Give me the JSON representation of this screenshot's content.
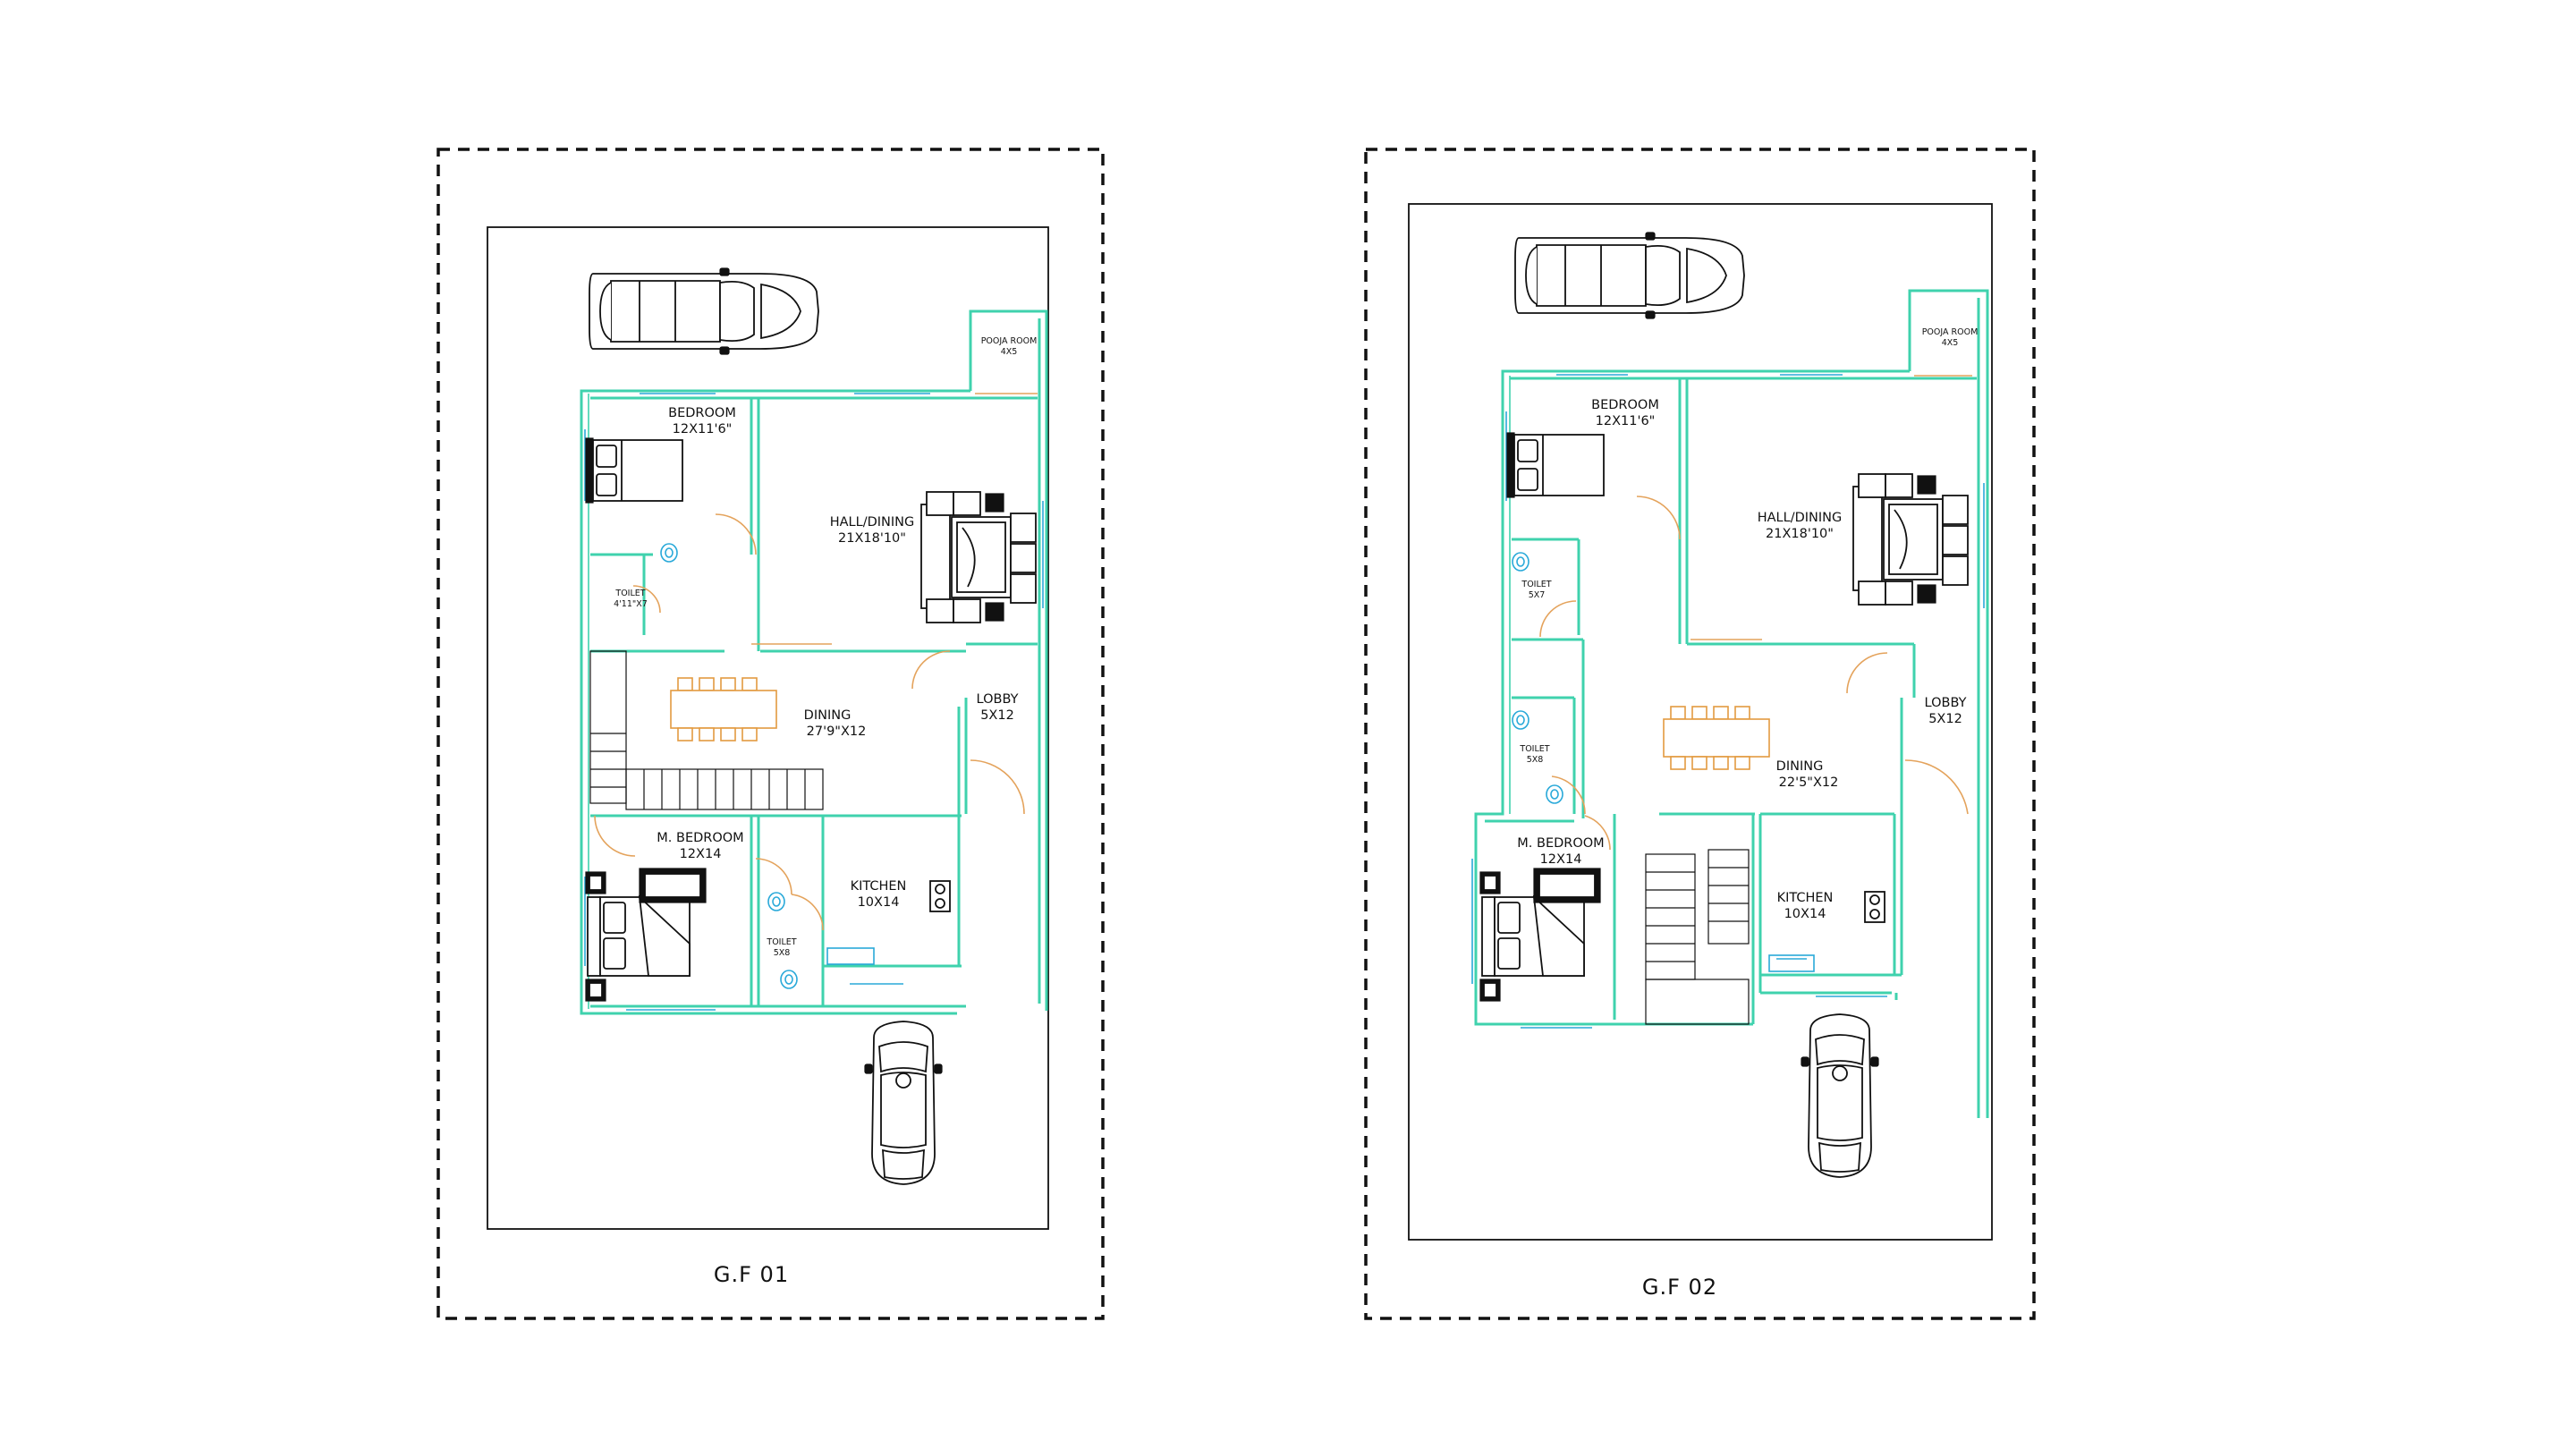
{
  "colors": {
    "wall": "#3fd2ad",
    "window": "#29a9d9",
    "door": "#e4a35c",
    "furniture": "#111111",
    "background": "#ffffff"
  },
  "plans": [
    {
      "caption": "G.F  01",
      "rooms": {
        "pooja": {
          "name": "POOJA  ROOM",
          "size": "4X5"
        },
        "bedroom": {
          "name": "BEDROOM",
          "size": "12X11'6\""
        },
        "hall": {
          "name": "HALL/DINING",
          "size": "21X18'10\""
        },
        "toilet1": {
          "name": "TOILET",
          "size": "4'11\"X7"
        },
        "dining": {
          "name": "DINING",
          "size": "27'9\"X12"
        },
        "lobby": {
          "name": "LOBBY",
          "size": "5X12"
        },
        "mbedroom": {
          "name": "M.  BEDROOM",
          "size": "12X14"
        },
        "kitchen": {
          "name": "KITCHEN",
          "size": "10X14"
        },
        "toilet2": {
          "name": "TOILET",
          "size": "5X8"
        }
      }
    },
    {
      "caption": "G.F  02",
      "rooms": {
        "pooja": {
          "name": "POOJA  ROOM",
          "size": "4X5"
        },
        "bedroom": {
          "name": "BEDROOM",
          "size": "12X11'6\""
        },
        "hall": {
          "name": "HALL/DINING",
          "size": "21X18'10\""
        },
        "toilet1": {
          "name": "TOILET",
          "size": "5X7"
        },
        "toilet2": {
          "name": "TOILET",
          "size": "5X8"
        },
        "dining": {
          "name": "DINING",
          "size": "22'5\"X12"
        },
        "lobby": {
          "name": "LOBBY",
          "size": "5X12"
        },
        "mbedroom": {
          "name": "M.  BEDROOM",
          "size": "12X14"
        },
        "kitchen": {
          "name": "KITCHEN",
          "size": "10X14"
        }
      }
    }
  ]
}
